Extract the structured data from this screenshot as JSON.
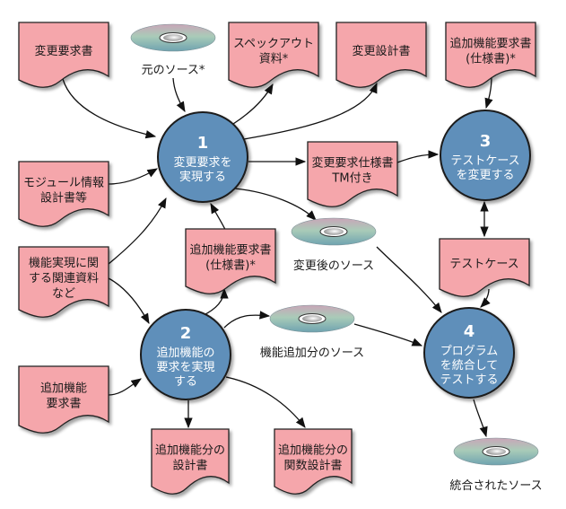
{
  "diagram": {
    "colors": {
      "document_fill": "#f5a6ab",
      "process_fill": "#5f8fba",
      "process_text": "#ffffff",
      "arrow": "#111111"
    },
    "processes": [
      {
        "id": "p1",
        "number": "1",
        "lines": [
          "変更要求を",
          "実現する"
        ]
      },
      {
        "id": "p2",
        "number": "2",
        "lines": [
          "追加機能の",
          "要求を実現",
          "する"
        ]
      },
      {
        "id": "p3",
        "number": "3",
        "lines": [
          "テストケース",
          "を変更する"
        ]
      },
      {
        "id": "p4",
        "number": "4",
        "lines": [
          "プログラム",
          "を統合して",
          "テストする"
        ]
      }
    ],
    "documents": [
      {
        "id": "d_change_request",
        "lines": [
          "変更要求書"
        ]
      },
      {
        "id": "d_spec_out",
        "lines": [
          "スペックアウト",
          "資料*"
        ]
      },
      {
        "id": "d_change_design",
        "lines": [
          "変更設計書"
        ]
      },
      {
        "id": "d_addfunc_req_top",
        "lines": [
          "追加機能要求書",
          "(仕様書)*"
        ]
      },
      {
        "id": "d_module_info",
        "lines": [
          "モジュール情報",
          "設計書等"
        ]
      },
      {
        "id": "d_change_spec_tm",
        "lines": [
          "変更要求仕様書",
          "TM付き"
        ]
      },
      {
        "id": "d_related_docs",
        "lines": [
          "機能実現に関",
          "する関連資料",
          "など"
        ]
      },
      {
        "id": "d_addfunc_req_mid",
        "lines": [
          "追加機能要求書",
          "(仕様書)*"
        ]
      },
      {
        "id": "d_testcase",
        "lines": [
          "テストケース"
        ]
      },
      {
        "id": "d_addfunc_req_bottom",
        "lines": [
          "追加機能",
          "要求書"
        ]
      },
      {
        "id": "d_addfunc_design",
        "lines": [
          "追加機能分の",
          "設計書"
        ]
      },
      {
        "id": "d_addfunc_func_design",
        "lines": [
          "追加機能分の",
          "関数設計書"
        ]
      }
    ],
    "disks": [
      {
        "id": "k_original",
        "label": "元のソース*"
      },
      {
        "id": "k_changed",
        "label": "変更後のソース"
      },
      {
        "id": "k_added",
        "label": "機能追加分のソース"
      },
      {
        "id": "k_integrated",
        "label": "統合されたソース"
      }
    ],
    "edges": [
      {
        "from": "d_change_request",
        "to": "p1"
      },
      {
        "from": "k_original",
        "to": "p1"
      },
      {
        "from": "p1",
        "to": "d_spec_out"
      },
      {
        "from": "p1",
        "to": "d_change_design"
      },
      {
        "from": "d_module_info",
        "to": "p1"
      },
      {
        "from": "p1",
        "to": "d_change_spec_tm"
      },
      {
        "from": "p1",
        "to": "k_changed"
      },
      {
        "from": "d_related_docs",
        "to": "p1"
      },
      {
        "from": "d_related_docs",
        "to": "p2"
      },
      {
        "from": "d_addfunc_req_mid",
        "to": "p1"
      },
      {
        "from": "p2",
        "to": "d_addfunc_req_mid"
      },
      {
        "from": "d_addfunc_req_top",
        "to": "p3"
      },
      {
        "from": "d_change_spec_tm",
        "to": "p3"
      },
      {
        "from": "p3",
        "to": "d_testcase",
        "bidirectional": true
      },
      {
        "from": "d_testcase",
        "to": "p4"
      },
      {
        "from": "k_changed",
        "to": "p4"
      },
      {
        "from": "p2",
        "to": "k_added"
      },
      {
        "from": "k_added",
        "to": "p4"
      },
      {
        "from": "d_addfunc_req_bottom",
        "to": "p2"
      },
      {
        "from": "p2",
        "to": "d_addfunc_design"
      },
      {
        "from": "p2",
        "to": "d_addfunc_func_design"
      },
      {
        "from": "p4",
        "to": "k_integrated"
      }
    ]
  }
}
